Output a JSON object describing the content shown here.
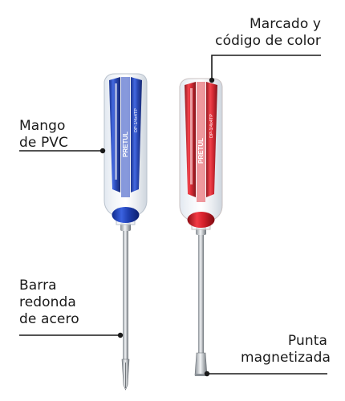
{
  "callouts": {
    "marking": {
      "lines": [
        "Marcado y",
        "código de color"
      ]
    },
    "handle": {
      "lines": [
        "Mango",
        "de PVC"
      ]
    },
    "shaft": {
      "lines": [
        "Barra",
        "redonda",
        "de acero"
      ]
    },
    "tip": {
      "lines": [
        "Punta",
        "magnetizada"
      ]
    }
  },
  "tools": {
    "blue": {
      "brand": "PRETUL",
      "model": "DP-1/4x4TP",
      "color": "#1f3fb0"
    },
    "red": {
      "brand": "PRETUL",
      "model": "DP-1/4x4TP",
      "color": "#d4202a"
    }
  },
  "colors": {
    "text": "#1a1a1a",
    "leader": "#1a1a1a",
    "steel": "#bfc4c9"
  }
}
